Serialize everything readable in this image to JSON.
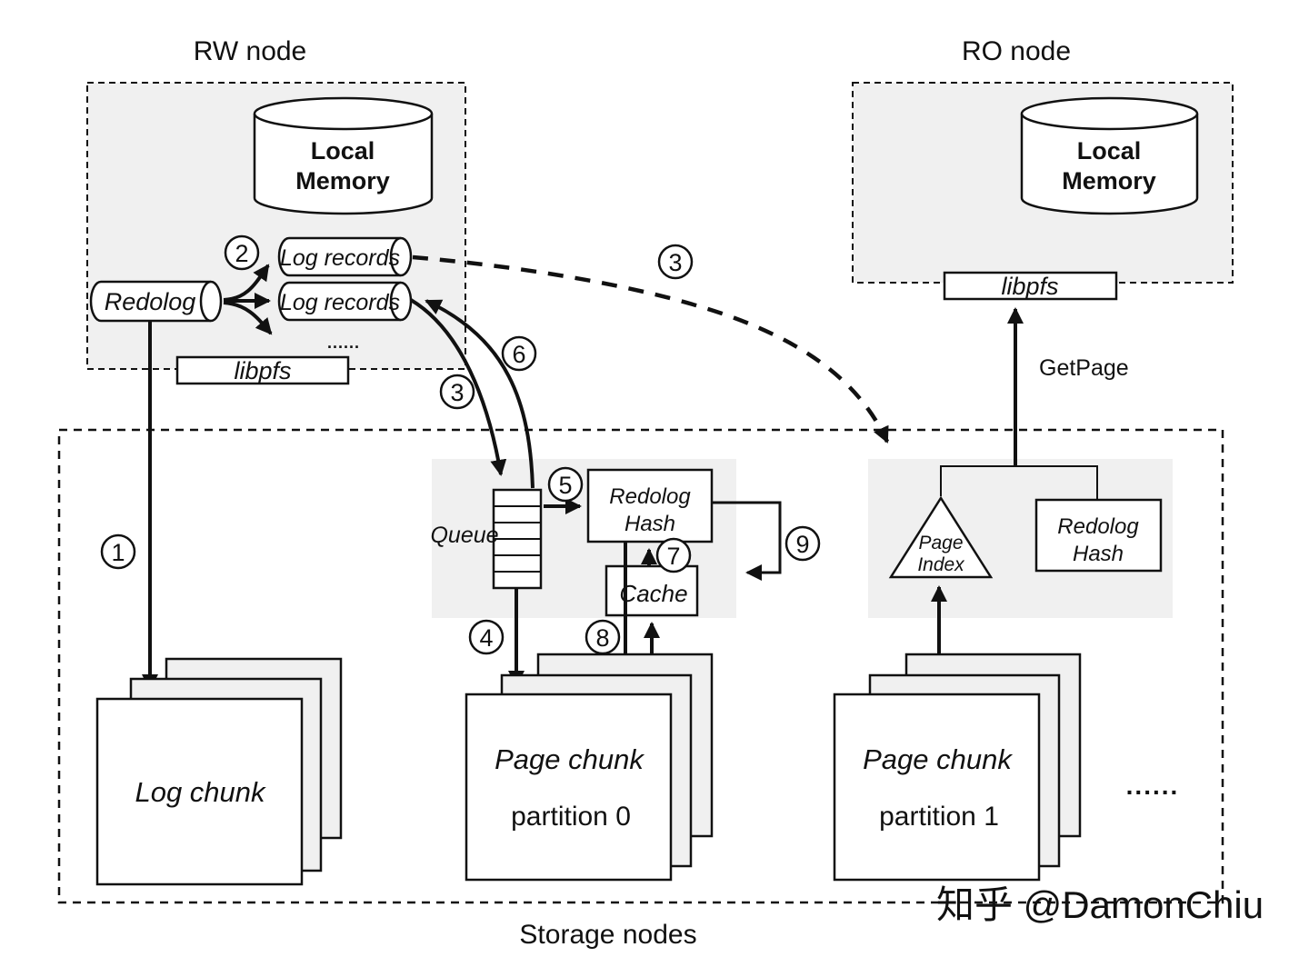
{
  "rw_node": {
    "title": "RW node",
    "local_memory": [
      "Local",
      "Memory"
    ],
    "redolog": "Redolog",
    "log_records_1": "Log records",
    "log_records_2": "Log records",
    "more": "......",
    "libpfs": "libpfs"
  },
  "ro_node": {
    "title": "RO node",
    "local_memory": [
      "Local",
      "Memory"
    ],
    "libpfs": "libpfs",
    "getpage": "GetPage"
  },
  "storage": {
    "title": "Storage nodes",
    "queue": "Queue",
    "redolog_hash": [
      "Redolog",
      "Hash"
    ],
    "cache": "Cache",
    "page_index": [
      "Page",
      "Index"
    ],
    "redolog_hash_right": [
      "Redolog",
      "Hash"
    ],
    "log_chunk": "Log chunk",
    "page_chunk_0": {
      "title": "Page chunk",
      "subtitle": "partition 0"
    },
    "page_chunk_1": {
      "title": "Page chunk",
      "subtitle": "partition 1"
    },
    "more": "......"
  },
  "steps": {
    "s1": "1",
    "s2": "2",
    "s3": "3",
    "s4": "4",
    "s5": "5",
    "s6": "6",
    "s7": "7",
    "s8": "8",
    "s9": "9"
  },
  "watermark": "知乎 @DamonChiu",
  "colors": {
    "panel_fill": "#f0f0f0",
    "stroke": "#111111",
    "watermark": "#bdbdbd"
  }
}
